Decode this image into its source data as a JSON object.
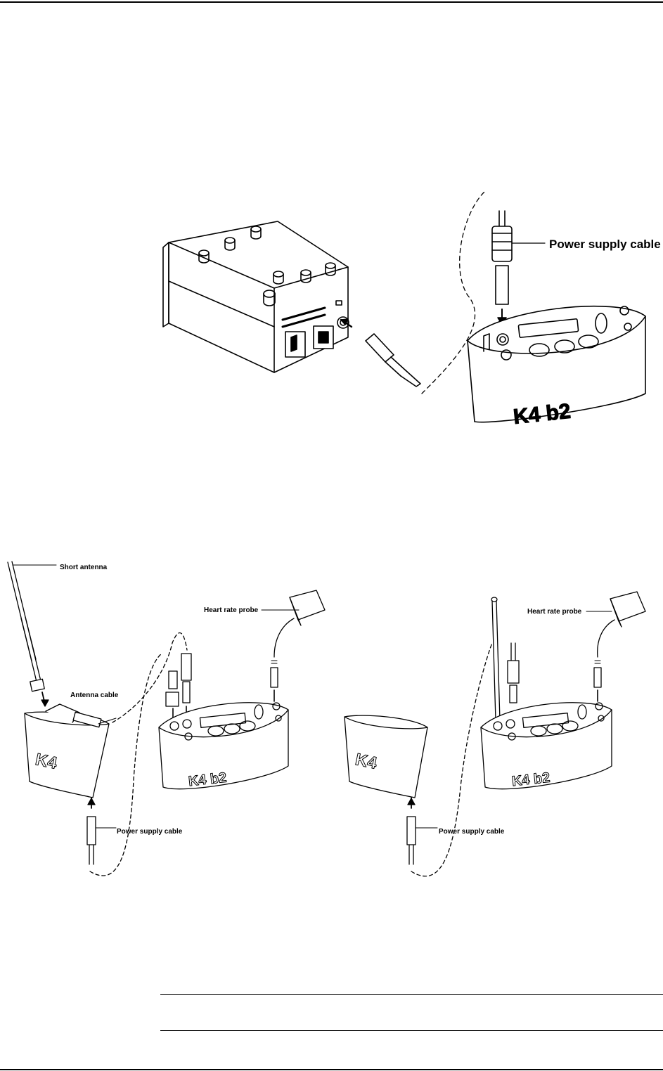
{
  "figure1": {
    "labels": {
      "power_supply_cable": "Power supply cable"
    },
    "device_logo": "K4 b2"
  },
  "figure2": {
    "labels": {
      "short_antenna": "Short antenna",
      "antenna_cable": "Antenna cable",
      "heart_rate_probe_left": "Heart rate probe",
      "power_supply_cable_left": "Power supply cable",
      "heart_rate_probe_right": "Heart rate probe",
      "power_supply_cable_right": "Power supply cable"
    },
    "battery_logo": "K4",
    "device_logo": "K4 b2"
  },
  "colors": {
    "line": "#000000",
    "background": "#ffffff"
  }
}
